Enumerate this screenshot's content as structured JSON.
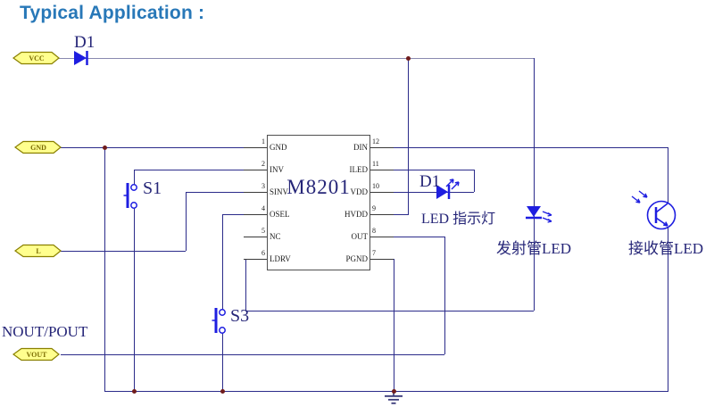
{
  "title": "Typical Application :",
  "chip": {
    "name": "M8201",
    "left_pins": [
      {
        "num": "1",
        "label": "GND"
      },
      {
        "num": "2",
        "label": "INV"
      },
      {
        "num": "3",
        "label": "SINV"
      },
      {
        "num": "4",
        "label": "OSEL"
      },
      {
        "num": "5",
        "label": "NC"
      },
      {
        "num": "6",
        "label": "LDRV"
      }
    ],
    "right_pins": [
      {
        "num": "12",
        "label": "DIN"
      },
      {
        "num": "11",
        "label": "ILED"
      },
      {
        "num": "10",
        "label": "VDD"
      },
      {
        "num": "9",
        "label": "HVDD"
      },
      {
        "num": "8",
        "label": "OUT"
      },
      {
        "num": "7",
        "label": "PGND"
      }
    ]
  },
  "net_flags": {
    "vcc": "VCC",
    "gnd": "GND",
    "l": "L",
    "vout": "VOUT"
  },
  "labels": {
    "diode_top_ref": "D1",
    "switch1_ref": "S1",
    "switch3_ref": "S3",
    "indicator_led_ref": "D1",
    "indicator_led_caption": "LED 指示灯",
    "emitter_led_caption": "发射管LED",
    "receiver_led_caption": "接收管LED",
    "output_net_label": "NOUT/POUT"
  },
  "colors": {
    "title_blue": "#2878b8",
    "wire_navy": "#2b2b8a",
    "vcc_rail_slate": "#8a8ab0",
    "symbol_blue": "#1e1ee0",
    "junction_dot_maroon": "#701c1c",
    "label_navy": "#262678",
    "flag_fill_yellow": "#ffff8e",
    "flag_border_olive": "#8a8000"
  }
}
